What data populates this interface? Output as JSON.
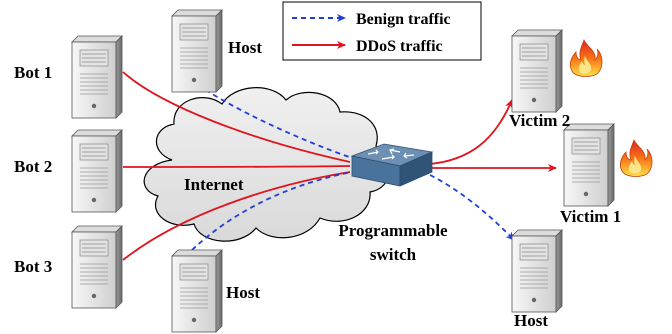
{
  "legend": {
    "benign_label": "Benign traffic",
    "ddos_label": "DDoS traffic"
  },
  "labels": {
    "bot1": "Bot 1",
    "bot2": "Bot 2",
    "bot3": "Bot 3",
    "host_top": "Host",
    "host_bottom": "Host",
    "host_right": "Host",
    "internet": "Internet",
    "switch_line1": "Programmable",
    "switch_line2": "switch",
    "victim2": "Victim 2",
    "victim1": "Victim 1"
  },
  "colors": {
    "benign": "#1f3fd6",
    "ddos": "#e0141e",
    "cloud_fill": "#e6e6e6",
    "server_body": "#e9e9e9",
    "switch_top": "#6d8fb3",
    "switch_side": "#3d6289",
    "fire": "#f5781e"
  }
}
